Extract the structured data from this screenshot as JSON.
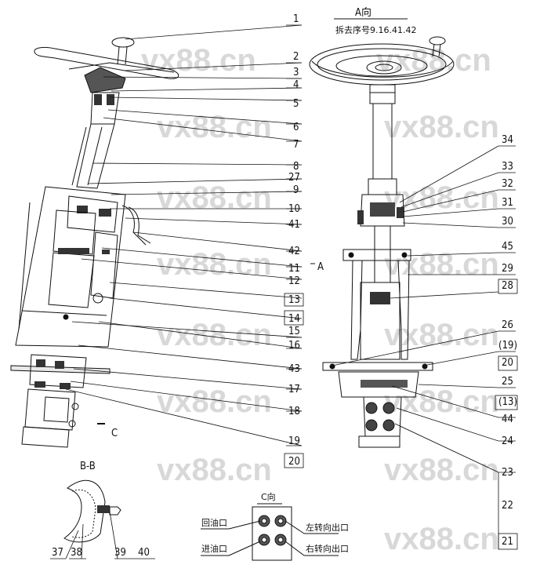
{
  "watermark": "vx88.cn",
  "view_a": {
    "title": "A向",
    "subtitle": "拆去序号9.16.41.42"
  },
  "section_bb": {
    "title": "B-B"
  },
  "view_c": {
    "title": "C向",
    "return_port": "回油口",
    "inlet_port": "进油口",
    "left_turn_port": "左转向出口",
    "right_turn_port": "右转向出口"
  },
  "markers": {
    "a": "A",
    "c": "C"
  },
  "callouts_left": [
    "1",
    "2",
    "3",
    "4",
    "5",
    "6",
    "7",
    "8",
    "27",
    "9",
    "10",
    "41",
    "42",
    "11",
    "12",
    "13",
    "14",
    "15",
    "16",
    "43",
    "17",
    "18",
    "19",
    "20"
  ],
  "callouts_right": [
    "34",
    "33",
    "32",
    "31",
    "30",
    "45",
    "29",
    "28",
    "26",
    "(19)",
    "20",
    "25",
    "(13)",
    "44",
    "24",
    "23",
    "22",
    "21"
  ],
  "callouts_bb": [
    "37",
    "38",
    "39",
    "40"
  ]
}
